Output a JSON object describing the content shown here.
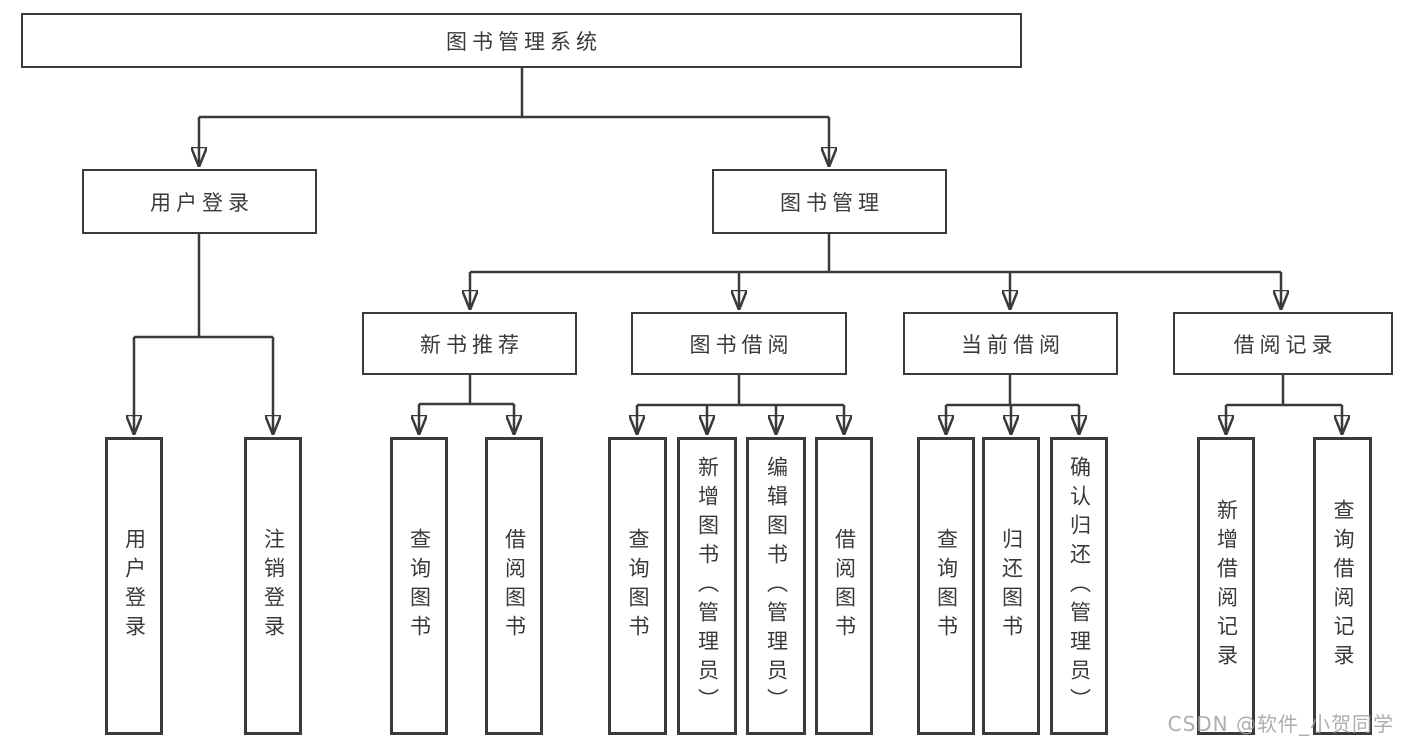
{
  "diagram": {
    "root": {
      "label": "图书管理系统",
      "children": [
        {
          "label": "用户登录",
          "children": [
            {
              "label": "用户登录"
            },
            {
              "label": "注销登录"
            }
          ]
        },
        {
          "label": "图书管理",
          "children": [
            {
              "label": "新书推荐",
              "children": [
                {
                  "label": "查询图书"
                },
                {
                  "label": "借阅图书"
                }
              ]
            },
            {
              "label": "图书借阅",
              "children": [
                {
                  "label": "查询图书"
                },
                {
                  "label": "新增图书（管理员）"
                },
                {
                  "label": "编辑图书（管理员）"
                },
                {
                  "label": "借阅图书"
                }
              ]
            },
            {
              "label": "当前借阅",
              "children": [
                {
                  "label": "查询图书"
                },
                {
                  "label": "归还图书"
                },
                {
                  "label": "确认归还（管理员）"
                }
              ]
            },
            {
              "label": "借阅记录",
              "children": [
                {
                  "label": "新增借阅记录"
                },
                {
                  "label": "查询借阅记录"
                }
              ]
            }
          ]
        }
      ]
    }
  },
  "watermark": {
    "text": "CSDN @软件_小贺同学"
  },
  "colors": {
    "line": "#3a3a3a",
    "text": "#3a3a3a",
    "box_background": "#ffffff",
    "watermark": "#a0a0a0"
  }
}
